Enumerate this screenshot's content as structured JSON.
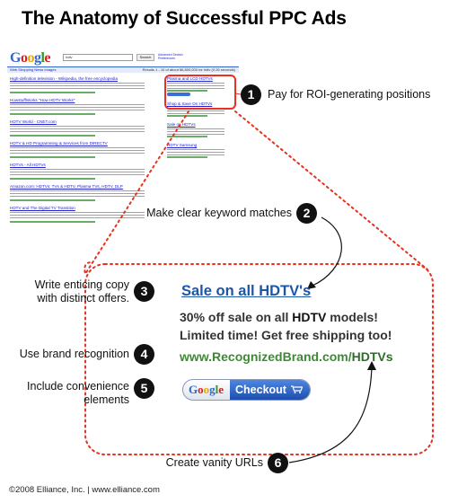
{
  "title": "The Anatomy of Successful PPC Ads",
  "serp": {
    "query": "hdtv",
    "search_button": "Search",
    "advanced_links": [
      "Advanced Search",
      "Preferences"
    ],
    "nav": "Web  Shopping  News  Images",
    "stats": "Results 1 - 10 of about 86,800,000 for hdtv (0.26 seconds)",
    "results": [
      "High-definition television - Wikipedia, the free encyclopedia",
      "HowstuffWorks \"How HDTV Works\"",
      "HDTV World - CNET.com",
      "HDTV & HD Programming & Services from DIRECTV",
      "HDTVs - All HDTVs",
      "Amazon.com: HDTVs: TVs & HDTV, Plasma TVs, HDTV, DLP",
      "HDTV and The Digital TV Transition"
    ],
    "ads": [
      "Plasma and LCD HDTVs",
      "Shop & Save On HDTVs",
      "Sale on HDTVs",
      "HDTV Samsung"
    ]
  },
  "labels": {
    "step1": "Pay for ROI-generating positions",
    "step2": "Make clear keyword matches",
    "step3": "Write enticing copy\nwith distinct offers.",
    "step4": "Use brand recognition",
    "step5": "Include convenience\nelements",
    "step6": "Create vanity URLs"
  },
  "numbers": [
    "1",
    "2",
    "3",
    "4",
    "5",
    "6"
  ],
  "ad": {
    "title": "Sale on all HDTV's",
    "line1_pre": "30% off sale on all ",
    "line1_kw": "HDTV",
    "line1_post": " models!",
    "line2": "Limited time! Get free shipping too!",
    "url_pre": "www.RecognizedBrand.com/",
    "url_kw": "HDTVs",
    "checkout_google": "Google",
    "checkout_label": "Checkout"
  },
  "footer": "©2008 Elliance, Inc.   |   www.elliance.com",
  "colors": {
    "callout": "#e8311f",
    "ad_title": "#1c56a6",
    "ad_url": "#3d8a34",
    "badge": "#111111"
  }
}
